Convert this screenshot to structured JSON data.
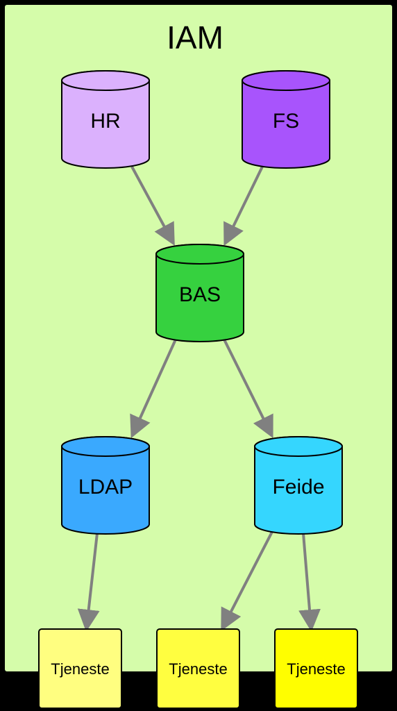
{
  "title": "IAM",
  "colors": {
    "background": "#000000",
    "panel": "#d5fcaa",
    "arrow": "#808080",
    "outline": "#000000"
  },
  "databases": [
    {
      "id": "hr",
      "label": "HR",
      "color": "#dbb1fd"
    },
    {
      "id": "fs",
      "label": "FS",
      "color": "#a854fc"
    },
    {
      "id": "bas",
      "label": "BAS",
      "color": "#36d13f"
    },
    {
      "id": "ldap",
      "label": "LDAP",
      "color": "#3aa9fe"
    },
    {
      "id": "feide",
      "label": "Feide",
      "color": "#35d6fe"
    }
  ],
  "services": [
    {
      "id": "service-1",
      "label": "Tjeneste",
      "color": "#fffe80"
    },
    {
      "id": "service-2",
      "label": "Tjeneste",
      "color": "#fffe40"
    },
    {
      "id": "service-3",
      "label": "Tjeneste",
      "color": "#fffe00"
    }
  ],
  "connections": [
    {
      "from": "hr",
      "to": "bas"
    },
    {
      "from": "fs",
      "to": "bas"
    },
    {
      "from": "bas",
      "to": "ldap"
    },
    {
      "from": "bas",
      "to": "feide"
    },
    {
      "from": "ldap",
      "to": "service-1"
    },
    {
      "from": "feide",
      "to": "service-2"
    },
    {
      "from": "feide",
      "to": "service-3"
    }
  ]
}
